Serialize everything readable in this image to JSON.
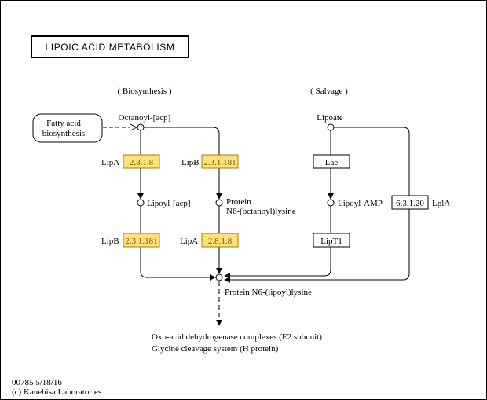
{
  "title": "LIPOIC ACID METABOLISM",
  "section_labels": {
    "biosynthesis": "( Biosynthesis )",
    "salvage": "( Salvage )"
  },
  "pathway_map": {
    "label_line1": "Fatty acid",
    "label_line2": "biosynthesis"
  },
  "compounds": {
    "octanoyl_acp": "Octanoyl-[acp]",
    "lipoyl_acp": "Lipoyl-[acp]",
    "protein_octanoyl_line1": "Protein",
    "protein_octanoyl_line2": "N6-(octanoyl)lysine",
    "lipoate": "Lipoate",
    "lipoyl_amp": "Lipoyl-AMP",
    "protein_lipoyl": "Protein N6-(lipoyl)lysine"
  },
  "enzymes": {
    "ec_2_8_1_8_a": "2.8.1.8",
    "ec_2_3_1_181_a": "2.3.1.181",
    "ec_2_3_1_181_b": "2.3.1.181",
    "ec_2_8_1_8_b": "2.8.1.8",
    "lae": "Lae",
    "lipt1": "LipT1",
    "ec_6_3_1_20": "6.3.1.20"
  },
  "gene_labels": {
    "lipa_1": "LipA",
    "lipb_1": "LipB",
    "lipb_2": "LipB",
    "lipa_2": "LipA",
    "lpla": "LplA"
  },
  "products": {
    "line1": "Oxo-acid dehydrogenase complexes (E2 subunit)",
    "line2": "Glycine cleavage system (H protein)"
  },
  "footer": {
    "map_id": "00785 5/18/16",
    "copyright": "(c) Kanehisa Laboratories"
  },
  "colors": {
    "enzyme_fill": "#ffe07a",
    "enzyme_stroke": "#a08000",
    "line": "#000000",
    "background": "#ffffff"
  }
}
